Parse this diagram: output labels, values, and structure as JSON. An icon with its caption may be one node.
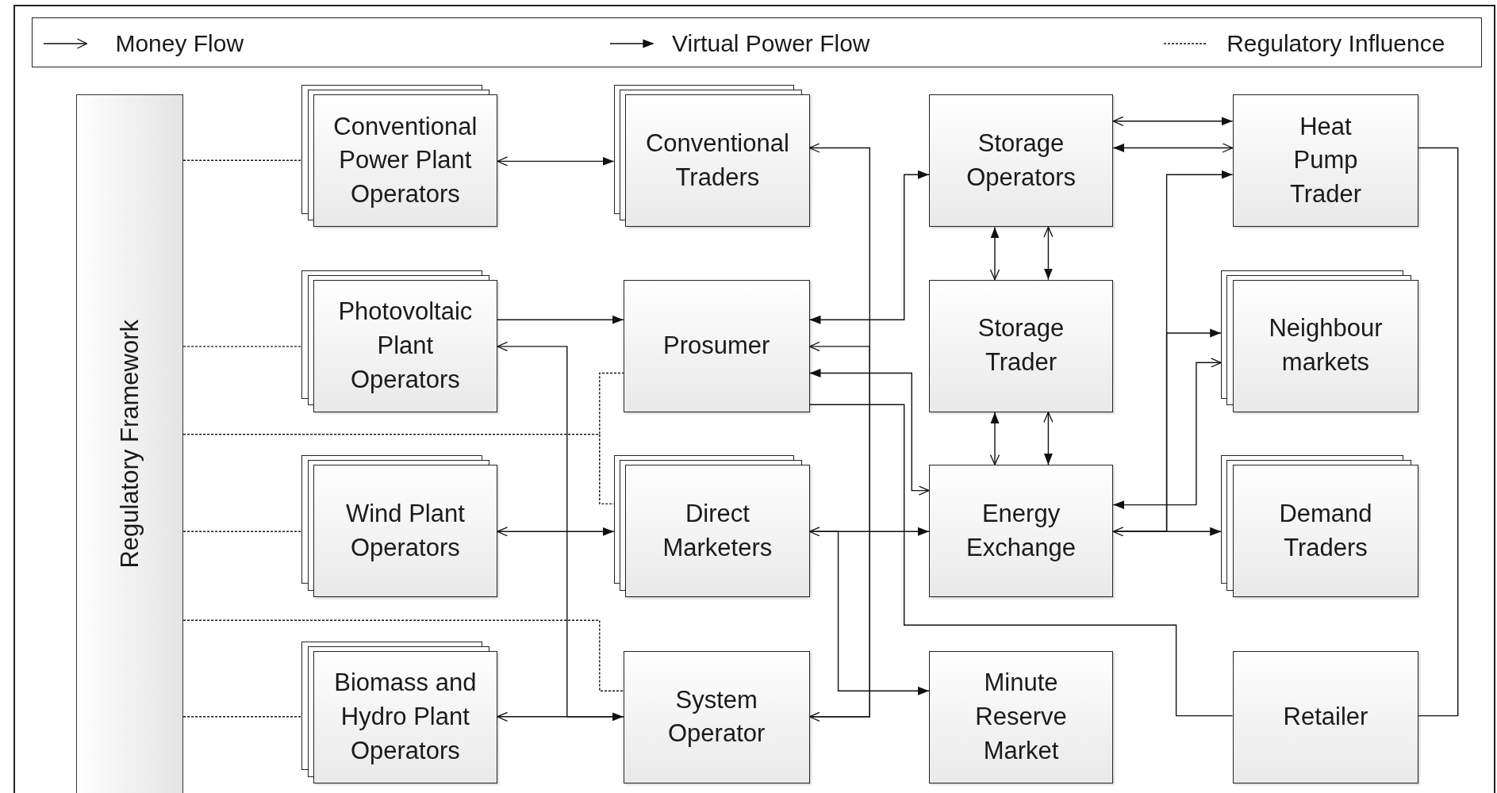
{
  "diagram": {
    "nodes": [
      {
        "text": [
          "Regulatory Framework"
        ]
      },
      {
        "text": [
          "Conventional Power Plant Operators"
        ]
      },
      {
        "text": [
          "Photovoltaic Plant Operators"
        ]
      },
      {
        "text": [
          "Wind Plant Operators"
        ]
      },
      {
        "text": [
          "Biomass and Hydro Plant Operators"
        ]
      },
      {
        "text": [
          "Conventional Traders"
        ]
      },
      {
        "text": [
          "Prosumer"
        ]
      },
      {
        "text": [
          "Direct Marketers"
        ]
      },
      {
        "text": [
          "System Operator"
        ]
      },
      {
        "text": [
          "Storage Operators"
        ]
      },
      {
        "text": [
          "Storage Trader"
        ]
      },
      {
        "text": [
          "Energy Exchange"
        ]
      },
      {
        "text": [
          "Minute Reserve Market"
        ]
      },
      {
        "text": [
          "Heat Pump Trader"
        ]
      },
      {
        "text": [
          "Neighbour markets"
        ]
      },
      {
        "text": [
          "Demand Traders"
        ]
      },
      {
        "text": [
          "Retailer"
        ]
      }
    ],
    "edges": [
      {
        "from": 0,
        "to": 1,
        "arrow": "none",
        "style": "dashed"
      },
      {
        "from": 0,
        "to": 2,
        "arrow": "none",
        "style": "dashed"
      },
      {
        "from": 0,
        "to": 3,
        "arrow": "none",
        "style": "dashed"
      },
      {
        "from": 0,
        "to": 4,
        "arrow": "none",
        "style": "dashed"
      },
      {
        "from": 0,
        "to": 6,
        "arrow": "none",
        "style": "dashed"
      },
      {
        "from": 0,
        "to": 7,
        "arrow": "none",
        "style": "dashed"
      },
      {
        "from": 0,
        "to": 8,
        "arrow": "none",
        "style": "dashed"
      },
      {
        "from": 1,
        "to": 5,
        "arrow": "both"
      },
      {
        "from": 2,
        "to": 6,
        "arrow": "to"
      },
      {
        "from": 3,
        "to": 7,
        "arrow": "both"
      },
      {
        "from": 4,
        "to": 8,
        "arrow": "both"
      },
      {
        "from": 8,
        "to": 2,
        "arrow": "to"
      },
      {
        "from": 5,
        "to": 8,
        "arrow": "both"
      },
      {
        "from": 8,
        "to": 6,
        "arrow": "to"
      },
      {
        "from": 6,
        "to": 9,
        "arrow": "both"
      },
      {
        "from": 6,
        "to": 11,
        "arrow": "both"
      },
      {
        "from": 6,
        "to": 16,
        "arrow": "none"
      },
      {
        "from": 7,
        "to": 11,
        "arrow": "both"
      },
      {
        "from": 7,
        "to": 12,
        "arrow": "to"
      },
      {
        "from": 9,
        "to": 10,
        "arrow": "both"
      },
      {
        "from": 9,
        "to": 10,
        "arrow": "both"
      },
      {
        "from": 10,
        "to": 11,
        "arrow": "both"
      },
      {
        "from": 10,
        "to": 11,
        "arrow": "both"
      },
      {
        "from": 9,
        "to": 13,
        "arrow": "both"
      },
      {
        "from": 9,
        "to": 13,
        "arrow": "both"
      },
      {
        "from": 11,
        "to": 15,
        "arrow": "both"
      },
      {
        "from": 11,
        "to": 14,
        "arrow": "to"
      },
      {
        "from": 11,
        "to": 13,
        "arrow": "to"
      },
      {
        "from": 11,
        "to": 14,
        "arrow": "both"
      },
      {
        "from": 13,
        "to": 16,
        "arrow": "none"
      }
    ],
    "legend": [
      {
        "text": "Money Flow"
      },
      {
        "text": "Virtual Power Flow"
      },
      {
        "text": "Regulatory Influence"
      }
    ]
  }
}
